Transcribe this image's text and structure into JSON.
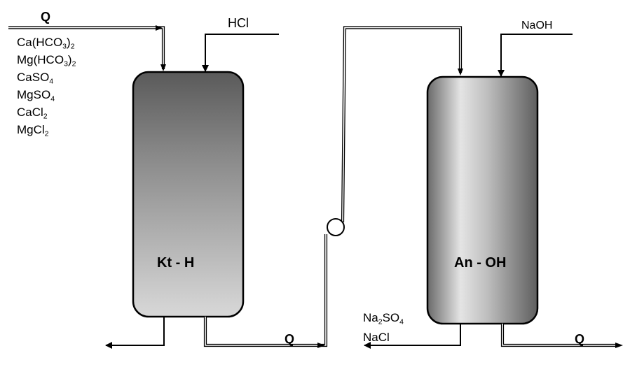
{
  "flow_label": "Q",
  "reagents": {
    "acid": "HCl",
    "base": "NaOH"
  },
  "feed_components": [
    {
      "base": "Ca(HCO",
      "sub": "3",
      "tail": ")",
      "tsub": "2"
    },
    {
      "base": "Mg(HCO",
      "sub": "3",
      "tail": ")",
      "tsub": "2"
    },
    {
      "base": "CaSO",
      "sub": "4",
      "tail": "",
      "tsub": ""
    },
    {
      "base": "MgSO",
      "sub": "4",
      "tail": "",
      "tsub": ""
    },
    {
      "base": "CaCl",
      "sub": "2",
      "tail": "",
      "tsub": ""
    },
    {
      "base": "MgCl",
      "sub": "2",
      "tail": "",
      "tsub": ""
    }
  ],
  "cation_column": {
    "label": "Kt - H"
  },
  "anion_column": {
    "label": "An - OH"
  },
  "waste_products": [
    {
      "base": "Na",
      "sub": "2",
      "tail": "SO",
      "tsub": "4"
    },
    {
      "base": "NaCl",
      "sub": "",
      "tail": "",
      "tsub": ""
    }
  ],
  "colors": {
    "line": "#000000",
    "column_dark": "#5a5a5a",
    "column_light": "#d8d8d8",
    "background": "#ffffff"
  }
}
